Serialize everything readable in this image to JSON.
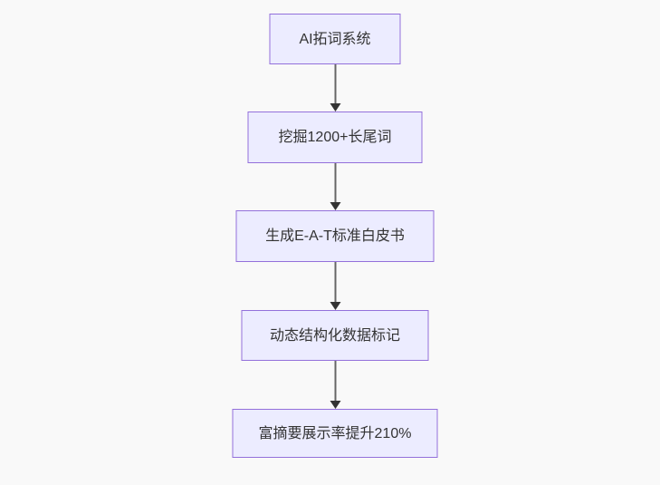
{
  "flowchart": {
    "direction": "top-down",
    "nodes": [
      {
        "id": "A",
        "label": "AI拓词系统"
      },
      {
        "id": "B",
        "label": "挖掘1200+长尾词"
      },
      {
        "id": "C",
        "label": "生成E-A-T标准白皮书"
      },
      {
        "id": "D",
        "label": "动态结构化数据标记"
      },
      {
        "id": "E",
        "label": "富摘要展示率提升210%"
      }
    ],
    "edges": [
      {
        "from": "A",
        "to": "B"
      },
      {
        "from": "B",
        "to": "C"
      },
      {
        "from": "C",
        "to": "D"
      },
      {
        "from": "D",
        "to": "E"
      }
    ],
    "colors": {
      "node_fill": "#ECECFF",
      "node_border": "#9370DB",
      "edge_line": "#666666",
      "arrowhead": "#333333",
      "text": "#333333",
      "background": "#f9f9f9"
    }
  }
}
